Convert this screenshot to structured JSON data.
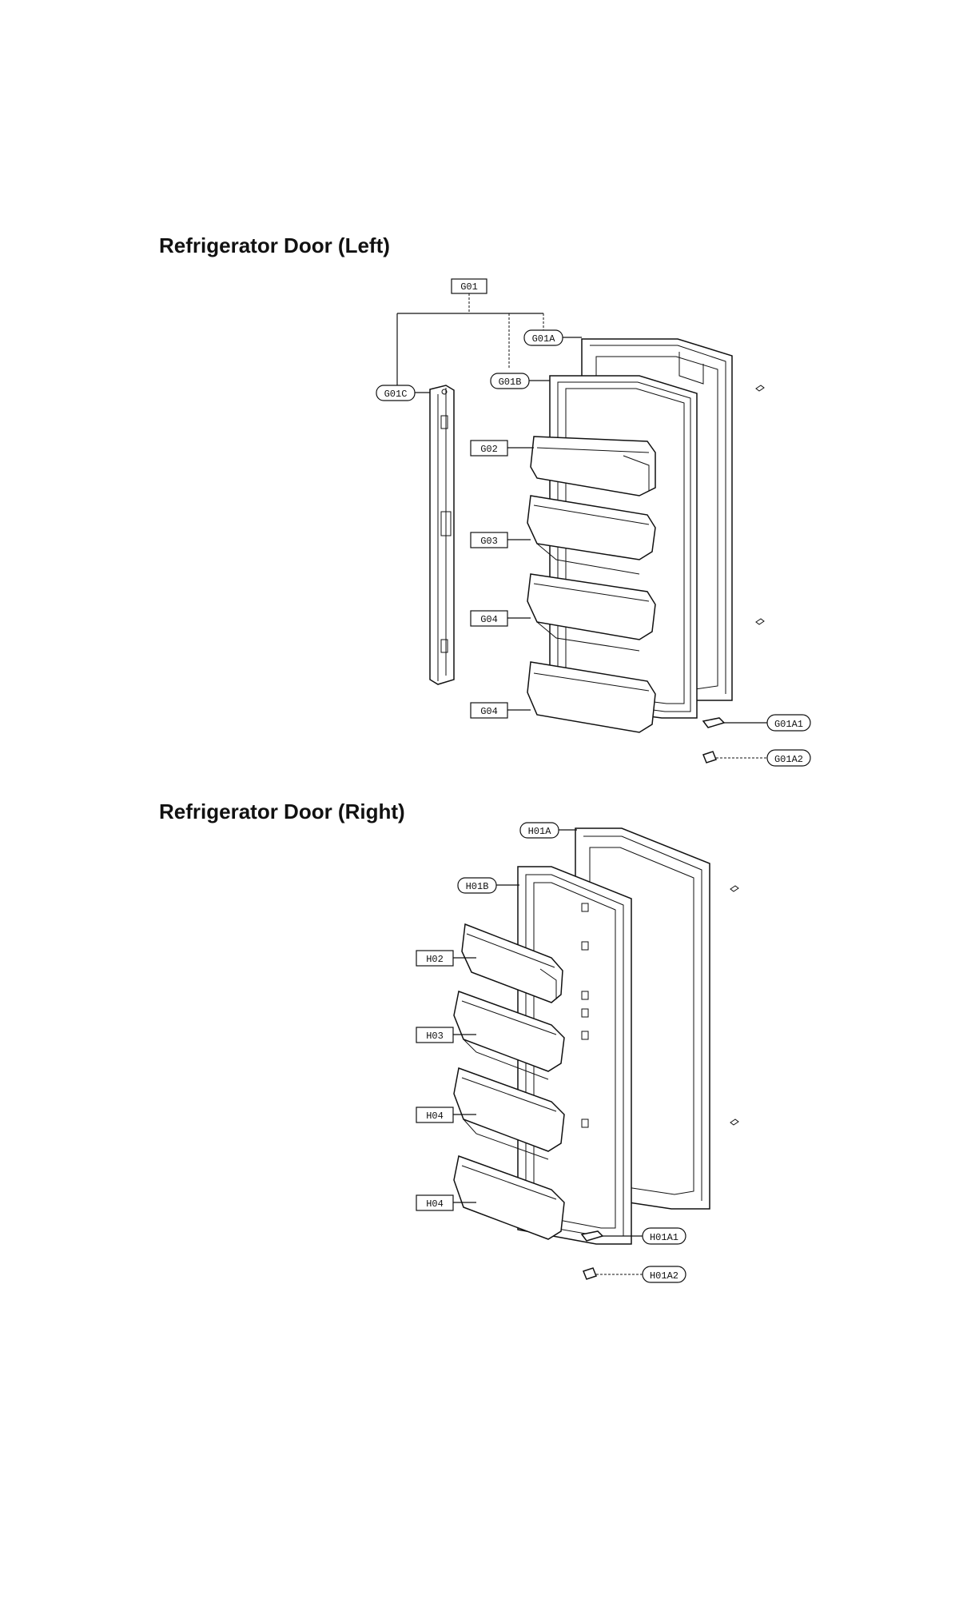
{
  "sections": [
    {
      "title": "Refrigerator Door (Left)",
      "callouts": {
        "assembly": "G01",
        "door": "G01A",
        "gasket": "G01B",
        "hinge_bar": "G01C",
        "bin_top": "G02",
        "bin_2": "G03",
        "bin_3": "G04",
        "bin_4": "G04",
        "hinge_part_1": "G01A1",
        "hinge_part_2": "G01A2"
      }
    },
    {
      "title": "Refrigerator Door (Right)",
      "callouts": {
        "door": "H01A",
        "gasket": "H01B",
        "bin_top": "H02",
        "bin_2": "H03",
        "bin_3": "H04",
        "bin_4": "H04",
        "hinge_part_1": "H01A1",
        "hinge_part_2": "H01A2"
      }
    }
  ]
}
